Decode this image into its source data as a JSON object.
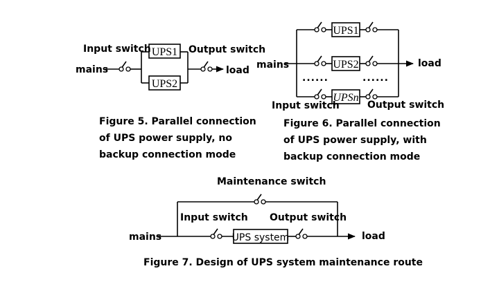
{
  "fig5": {
    "input_switch": "Input switch",
    "output_switch": "Output switch",
    "mains": "mains",
    "load": "load",
    "ups1": "UPS1",
    "ups2": "UPS2",
    "caption": [
      "Figure 5. Parallel connection",
      "of UPS power supply, no",
      "backup connection mode"
    ]
  },
  "fig6": {
    "mains": "mains",
    "load": "load",
    "ups1": "UPS1",
    "ups2": "UPS2",
    "upsn": "UPSn",
    "dots": "......",
    "input_switch": "Input switch",
    "output_switch": "Output switch",
    "caption": [
      "Figure 6. Parallel connection",
      "of UPS power supply, with",
      "backup connection mode"
    ]
  },
  "fig7": {
    "maintenance_switch": "Maintenance switch",
    "input_switch": "Input switch",
    "output_switch": "Output switch",
    "mains": "mains",
    "load": "load",
    "ups_system": "UPS system",
    "caption": "Figure 7. Design of UPS system maintenance route"
  }
}
